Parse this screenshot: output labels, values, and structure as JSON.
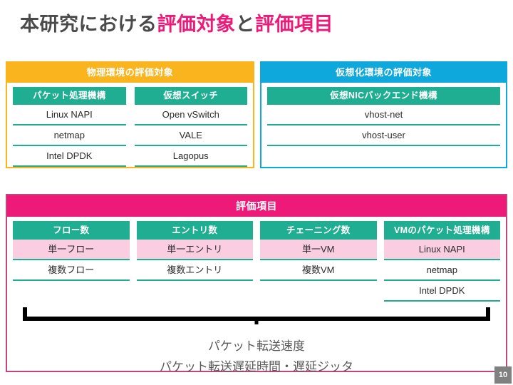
{
  "title": {
    "part1": "本研究における",
    "part2": "評価対象",
    "part3": "と",
    "part4": "評価項目"
  },
  "colors": {
    "orange": "#F9B41E",
    "cyan": "#0FA8DC",
    "magenta": "#ED1A79",
    "teal": "#1FAE91",
    "light_pink": "#FACEE0",
    "title_dark": "#4a4a4a",
    "badge_gray": "#808080"
  },
  "physical_group": {
    "header": "物理環境の評価対象",
    "columns": [
      {
        "header": "パケット処理機構",
        "items": [
          "Linux NAPI",
          "netmap",
          "Intel DPDK"
        ]
      },
      {
        "header": "仮想スイッチ",
        "items": [
          "Open vSwitch",
          "VALE",
          "Lagopus"
        ]
      }
    ]
  },
  "virtual_group": {
    "header": "仮想化環境の評価対象",
    "columns": [
      {
        "header": "仮想NICバックエンド機構",
        "items": [
          "vhost-net",
          "vhost-user",
          ""
        ]
      }
    ]
  },
  "eval_group": {
    "header": "評価項目",
    "columns": [
      {
        "header": "フロー数",
        "items": [
          "単一フロー",
          "複数フロー",
          ""
        ]
      },
      {
        "header": "エントリ数",
        "items": [
          "単一エントリ",
          "複数エントリ",
          ""
        ]
      },
      {
        "header": "チェーニング数",
        "items": [
          "単一VM",
          "複数VM",
          ""
        ]
      },
      {
        "header": "VMのパケット処理機構",
        "items": [
          "Linux NAPI",
          "netmap",
          "Intel DPDK"
        ]
      }
    ]
  },
  "metrics": {
    "speed": "パケット転送速度",
    "latency": "パケット転送遅延時間・遅延ジッタ"
  },
  "page_number": "10"
}
